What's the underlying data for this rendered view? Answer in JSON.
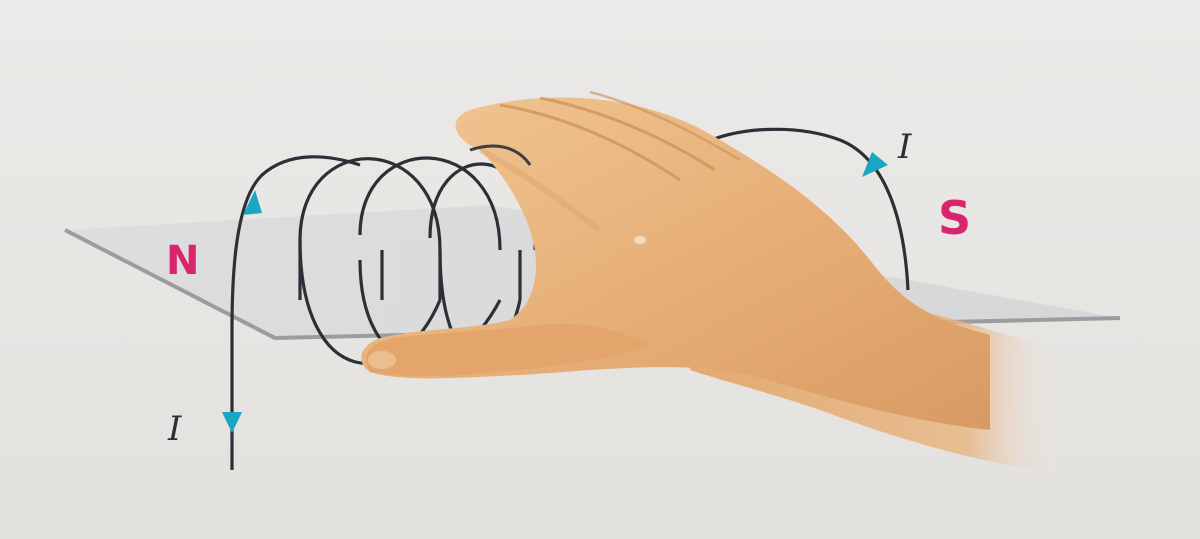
{
  "diagram": {
    "labels": {
      "north_pole": "N",
      "south_pole": "S",
      "current_top": "I",
      "current_bottom": "I"
    },
    "colors": {
      "pole_label": "#d8256b",
      "arrow": "#1aa6c4",
      "wire": "#2a3036",
      "plane": "#c9cacc",
      "skin": "#e9b47c",
      "background": "#eae8e5"
    },
    "icons": {
      "hand": "right-hand-grip-icon",
      "coil": "solenoid-coil-icon",
      "plane": "field-plane-icon"
    }
  }
}
